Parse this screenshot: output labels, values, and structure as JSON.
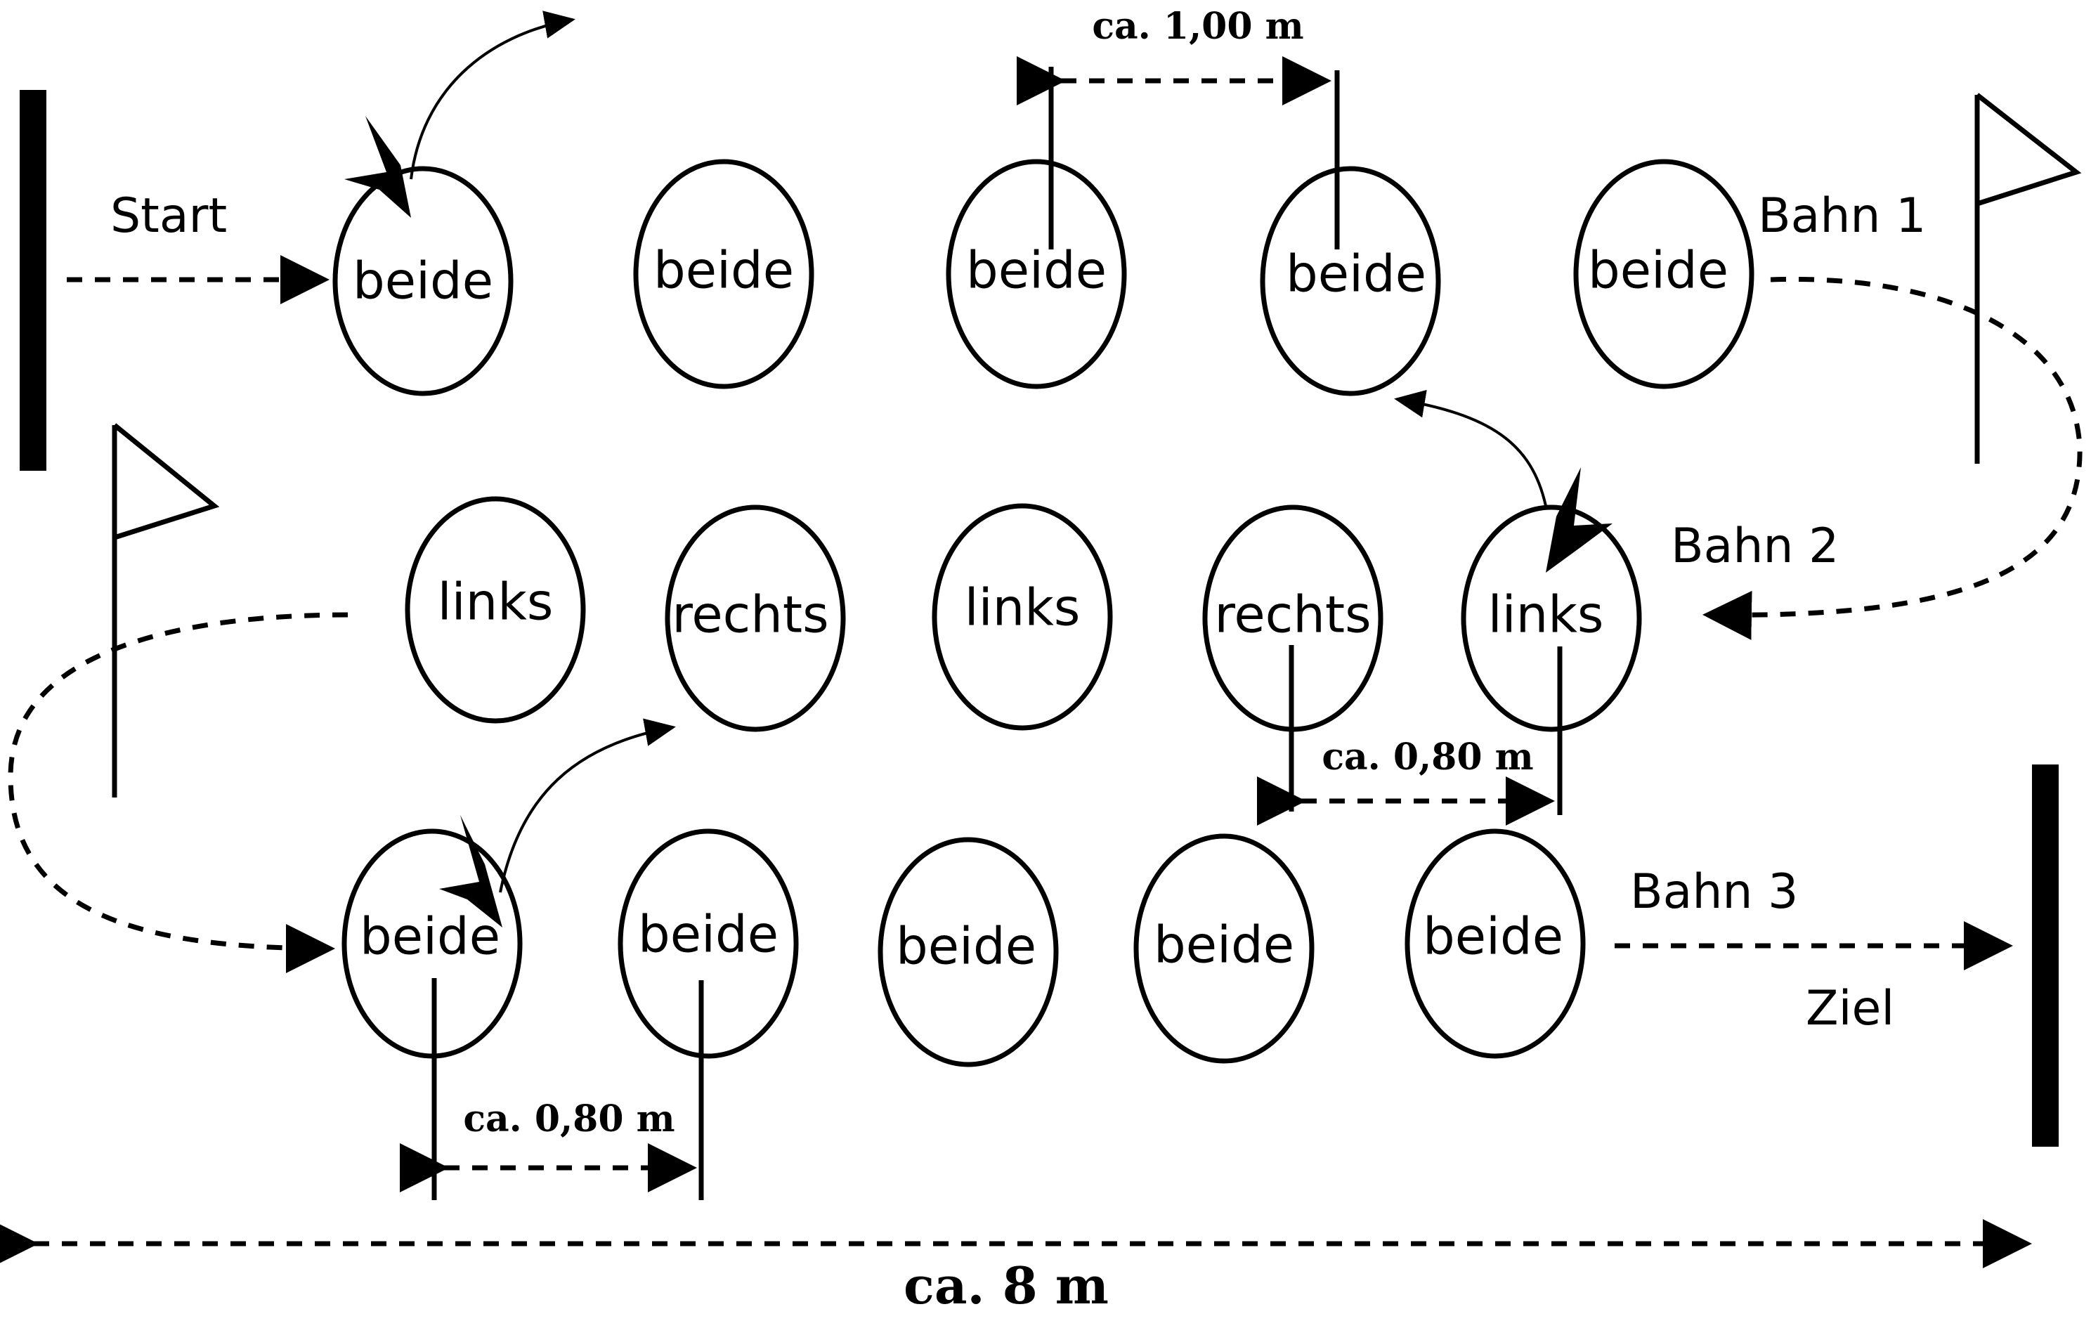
{
  "course": {
    "row1": [
      "beide",
      "beide",
      "beide",
      "beide",
      "beide"
    ],
    "row2": [
      "links",
      "rechts",
      "links",
      "rechts",
      "links"
    ],
    "row3": [
      "beide",
      "beide",
      "beide",
      "beide",
      "beide"
    ]
  },
  "labels": {
    "start": "Start",
    "goal": "Ziel",
    "lane1": "Bahn 1",
    "lane2": "Bahn 2",
    "lane3": "Bahn 3"
  },
  "dimensions": {
    "top": "ca. 1,00 m",
    "middle": "ca. 0,80 m",
    "bottom": "ca. 0,80 m",
    "total": "ca. 8 m"
  }
}
